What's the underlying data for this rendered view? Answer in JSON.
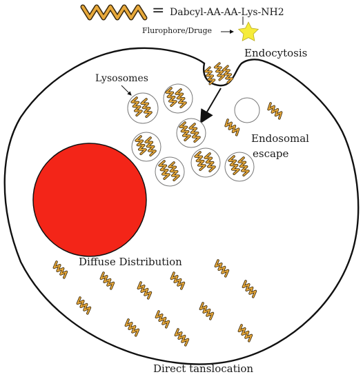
{
  "legend": {
    "peptide_label": "Dabcyl-AA-AA-Lys-NH2",
    "equals": "=",
    "cargo_label": "Flurophore/Druge"
  },
  "labels": {
    "endocytosis": "Endocytosis",
    "lysosomes": "Lysosomes",
    "endosomal_1": "Endosomal",
    "endosomal_2": "escape",
    "diffuse": "Diffuse Distribution",
    "direct": "Direct tanslocation"
  },
  "colors": {
    "nucleus": "#f32518",
    "peptide_fill": "#e8a93a",
    "peptide_stroke": "#3a2a10",
    "star": "#f6ec3a",
    "outline": "#111111"
  }
}
